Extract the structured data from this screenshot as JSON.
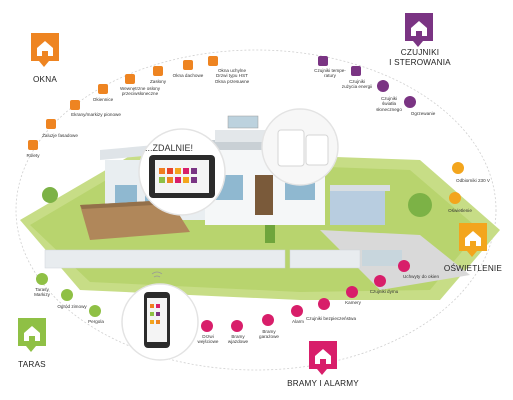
{
  "categories": {
    "okna": "OKNA",
    "czujniki": "CZUJNIKI\nI STEROWANIA",
    "oswietlenie": "OŚWIETLENIE",
    "taras": "TARAS",
    "bramy": "BRAMY I ALARMY"
  },
  "tablet_caption": "...ZDALNIE!",
  "okna_items": [
    "Rolety",
    "Żaluzje fasadowe",
    "Ekrany/markizy pionowe",
    "Okiennice",
    "Wewnętrzne osłony\nprzeciwsłoneczne",
    "Zasłony",
    "Okna dachowe",
    "Okna uchylne\nDrzwi typu HST\nOkna przesuwne"
  ],
  "czujniki_items": [
    "Czujniki tempe-\nratury",
    "Czujniki\nzużycia energii",
    "Czujniki\nświatła\nsłonecznego",
    "Ogrzewanie"
  ],
  "oswietlenie_items": [
    "Odbiorniki 230 V",
    "Oświetlenie"
  ],
  "bramy_items": [
    "Drzwi\nwejściowe",
    "Bramy\nwjazdowe",
    "Bramy\ngarażowe",
    "Alarm",
    "Czujniki bezpieczeństwa",
    "Kamery",
    "Czujniki dymu",
    "Uchwyty do okien"
  ],
  "taras_items": [
    "Tarasy\nMarkizy",
    "Ogród zimowy",
    "Pergola"
  ],
  "colors": {
    "okna": "#ee8421",
    "czujniki": "#7a3483",
    "oswietlenie": "#f3a51d",
    "taras": "#8fc045",
    "bramy": "#d81e6a"
  }
}
